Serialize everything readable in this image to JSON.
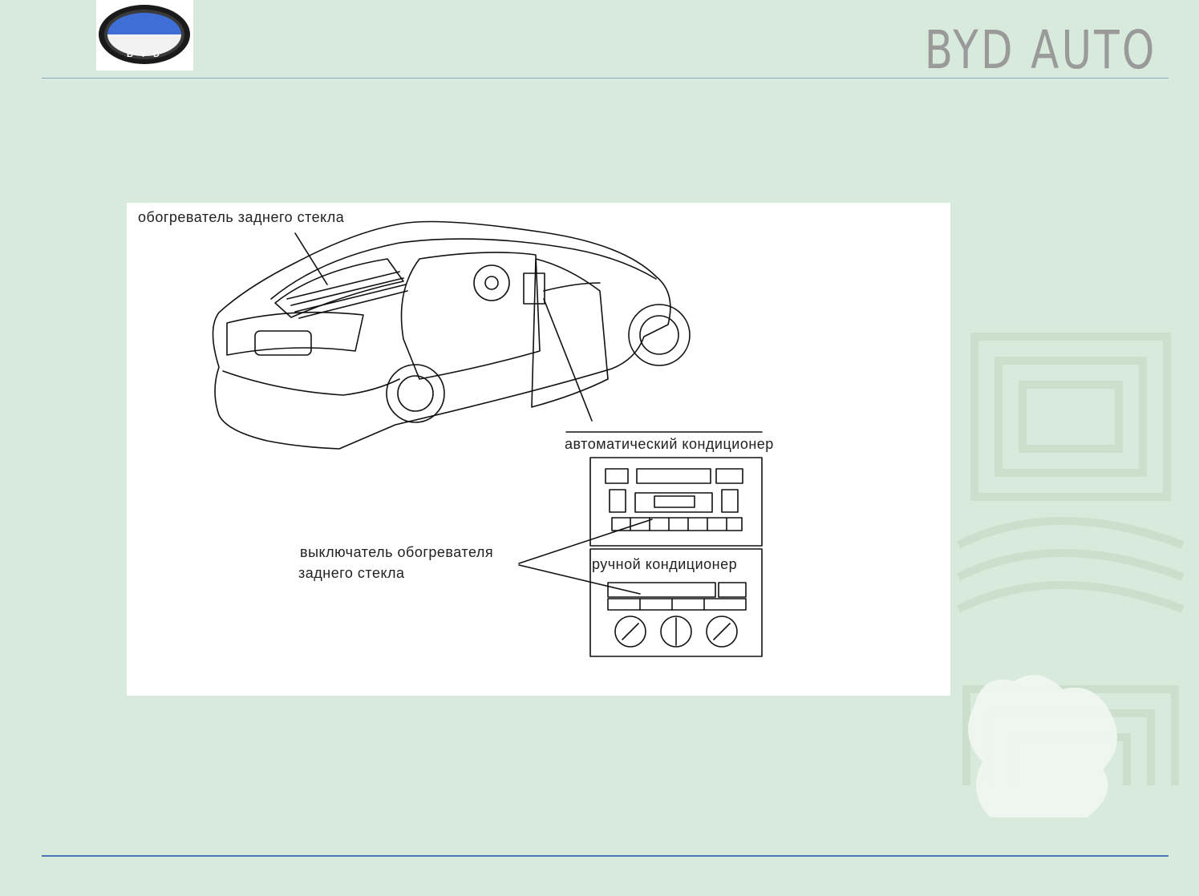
{
  "header": {
    "brand_text": "BYD AUTO",
    "logo_text": "B Y D",
    "accent_color": "#4a73b8"
  },
  "figure": {
    "label_rear_defroster": "обогреватель заднего стекла",
    "label_auto_ac": "автоматический кондиционер",
    "label_switch_line1": "выключатель обогревателя",
    "label_switch_line2": "заднего стекла",
    "label_manual_ac": "ручной кондиционер"
  }
}
